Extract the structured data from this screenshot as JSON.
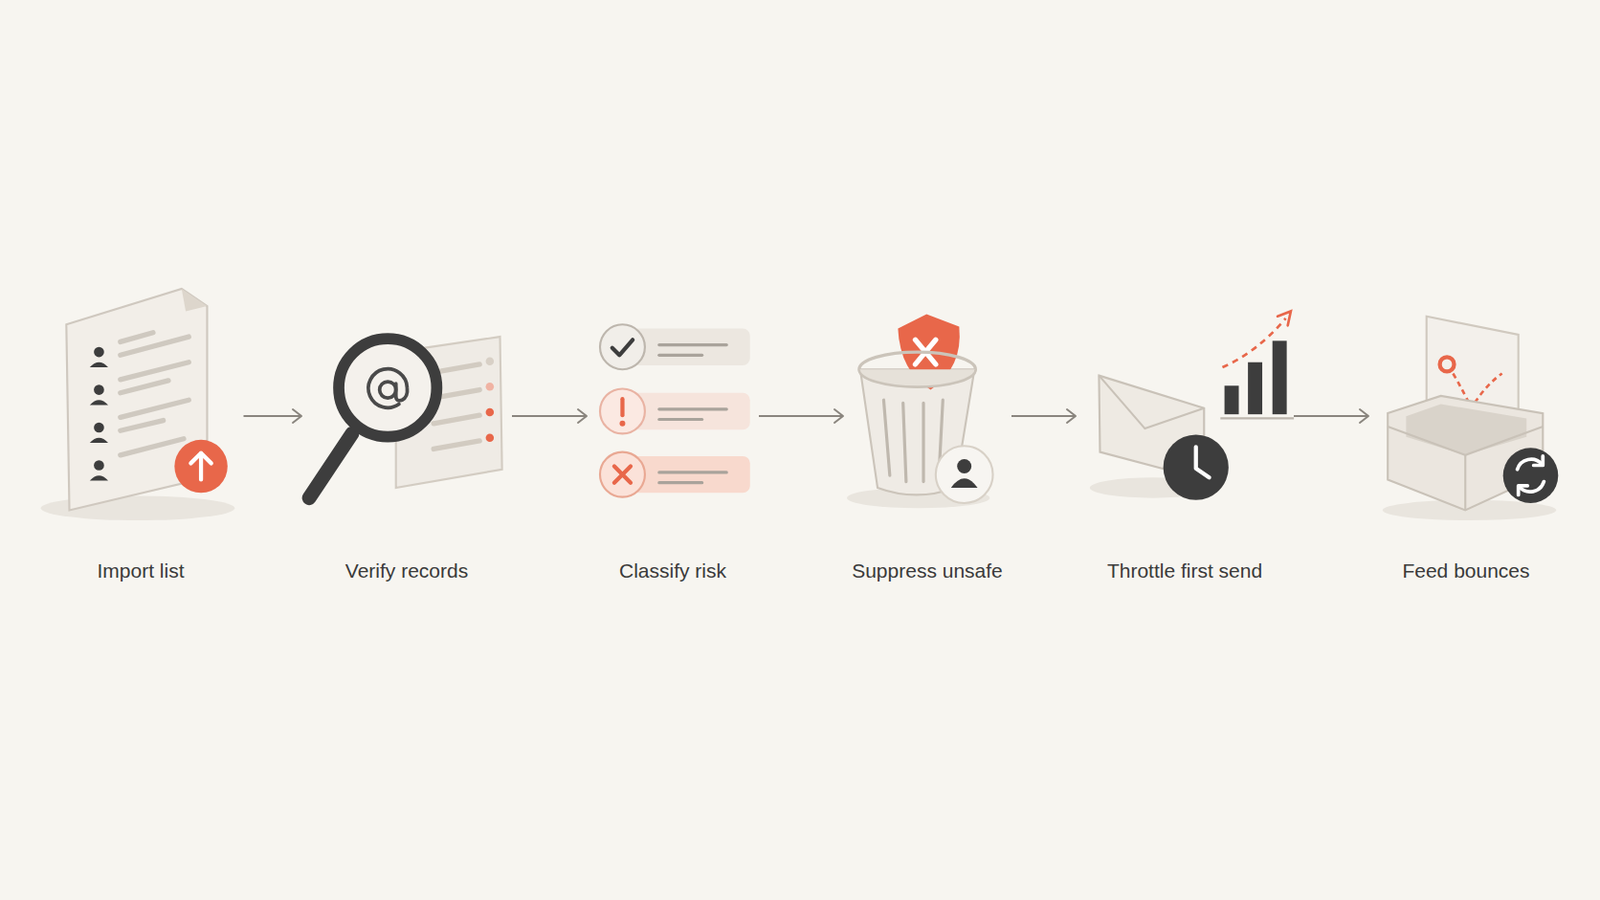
{
  "diagram": {
    "nodes": [
      {
        "text": [
          "Import list"
        ]
      },
      {
        "text": [
          "Verify records"
        ]
      },
      {
        "text": [
          "Classify risk"
        ]
      },
      {
        "text": [
          "Suppress unsafe"
        ]
      },
      {
        "text": [
          "Throttle first send"
        ]
      },
      {
        "text": [
          "Feed bounces"
        ]
      }
    ],
    "edges": [
      {
        "from": 0,
        "to": 1,
        "arrow": "to"
      },
      {
        "from": 1,
        "to": 2,
        "arrow": "to"
      },
      {
        "from": 2,
        "to": 3,
        "arrow": "to"
      },
      {
        "from": 3,
        "to": 4,
        "arrow": "to"
      },
      {
        "from": 4,
        "to": 5,
        "arrow": "to"
      }
    ]
  }
}
